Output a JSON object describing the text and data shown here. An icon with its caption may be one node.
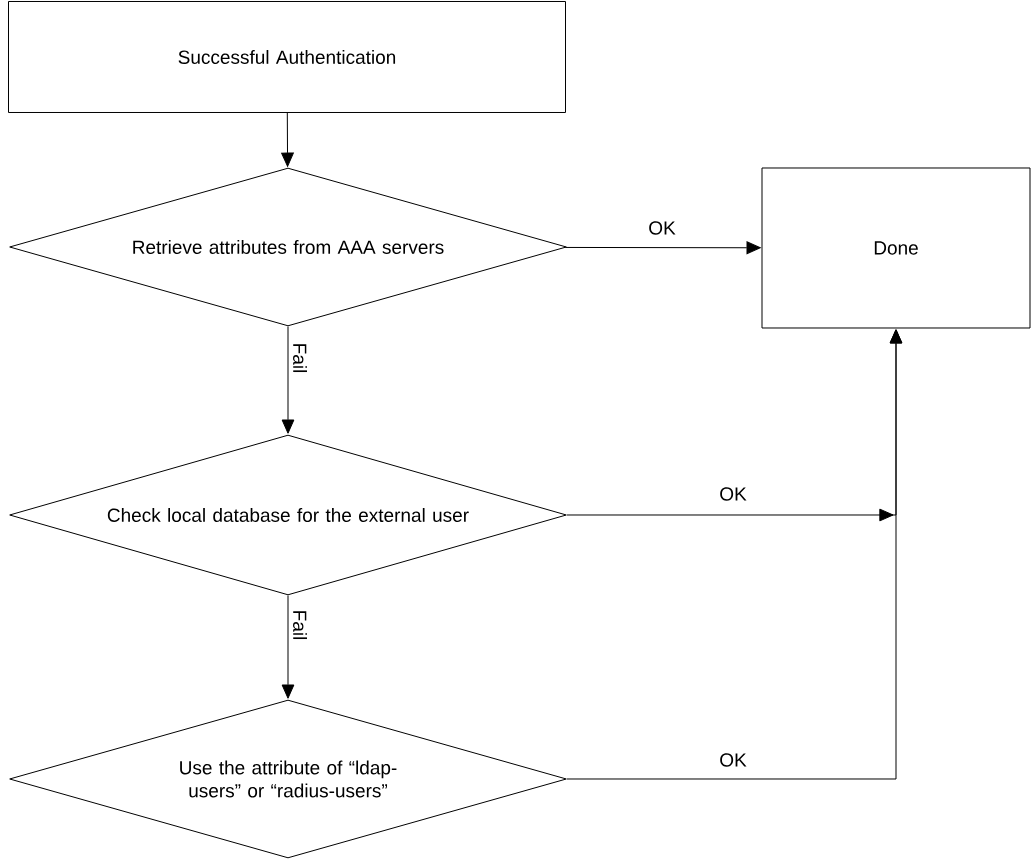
{
  "diagram": {
    "nodes": [
      {
        "text": [
          "Successful Authentication"
        ]
      },
      {
        "text": [
          "Retrieve attributes from AAA servers"
        ]
      },
      {
        "text": [
          "Done"
        ]
      },
      {
        "text": [
          "Check local database for the external user"
        ]
      },
      {
        "text": [
          "Use the attribute of “ldap-users” or “radius-users”"
        ]
      }
    ],
    "edges": [
      {
        "from": 0,
        "to": 1,
        "arrow": "to"
      },
      {
        "from": 1,
        "to": 2,
        "arrow": "to",
        "label": "OK"
      },
      {
        "from": 1,
        "to": 3,
        "arrow": "to",
        "label": "Fail"
      },
      {
        "from": 3,
        "to": 2,
        "arrow": "to",
        "label": "OK"
      },
      {
        "from": 3,
        "to": 4,
        "arrow": "to",
        "label": "Fail"
      },
      {
        "from": 4,
        "to": 2,
        "arrow": "to",
        "label": "OK"
      }
    ]
  }
}
